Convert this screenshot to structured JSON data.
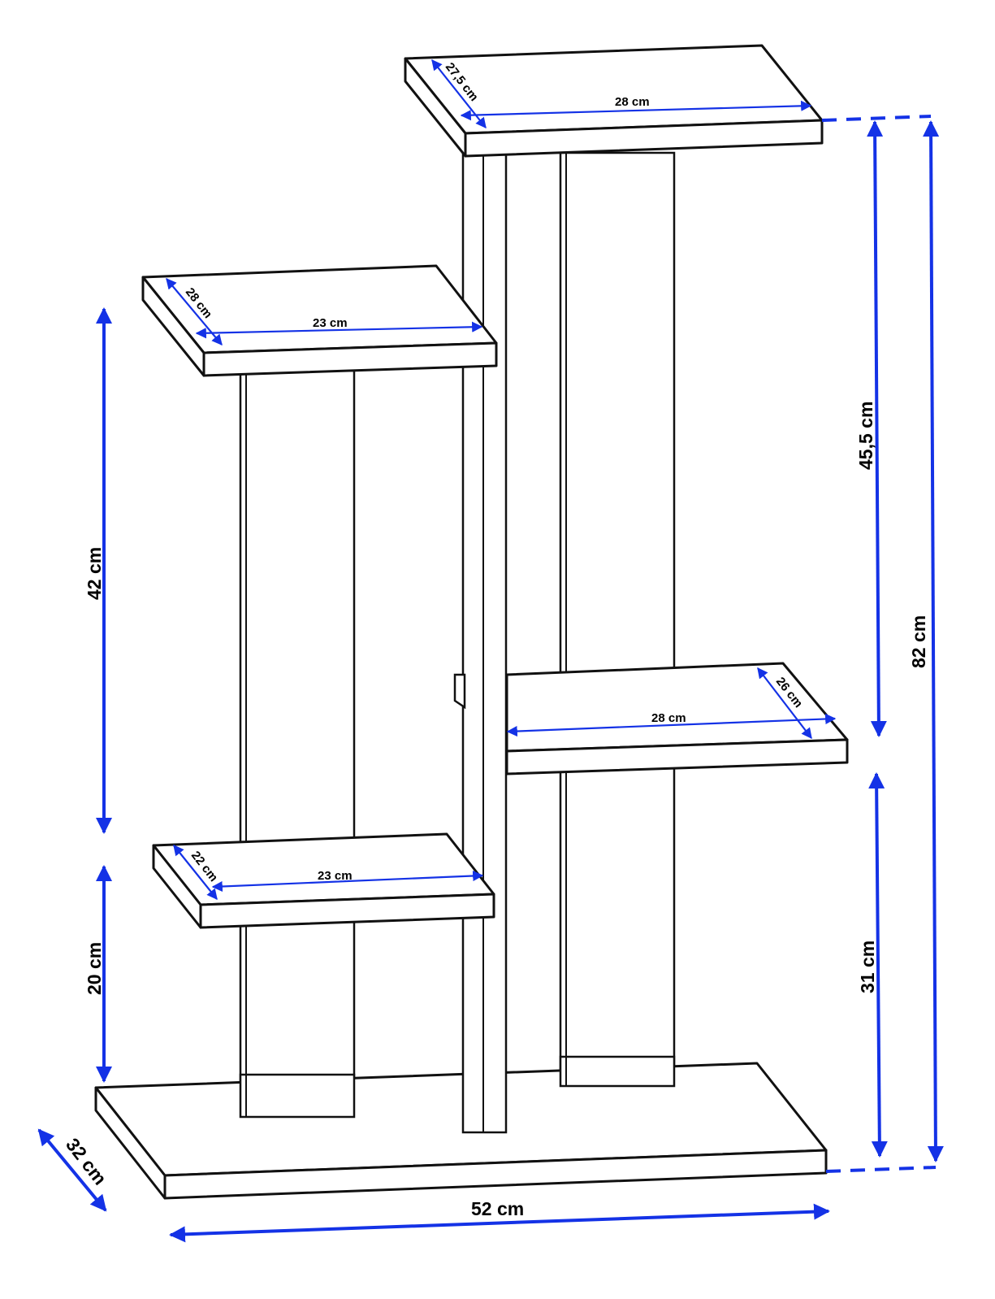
{
  "dimensions": {
    "total_height": "82 cm",
    "upper_right_height": "45,5 cm",
    "lower_right_height": "31 cm",
    "left_upper_height": "42 cm",
    "left_lower_height": "20 cm",
    "base_width": "52 cm",
    "base_depth": "32 cm",
    "top_shelf_width": "28 cm",
    "top_shelf_depth": "27,5 cm",
    "left_upper_shelf_width": "23 cm",
    "left_upper_shelf_depth": "28 cm",
    "left_lower_shelf_width": "23 cm",
    "left_lower_shelf_depth": "22 cm",
    "right_shelf_width": "28 cm",
    "right_shelf_depth": "26 cm"
  },
  "colors": {
    "dimension_lines": "#1432e6",
    "outline": "#111111",
    "background": "#ffffff"
  }
}
